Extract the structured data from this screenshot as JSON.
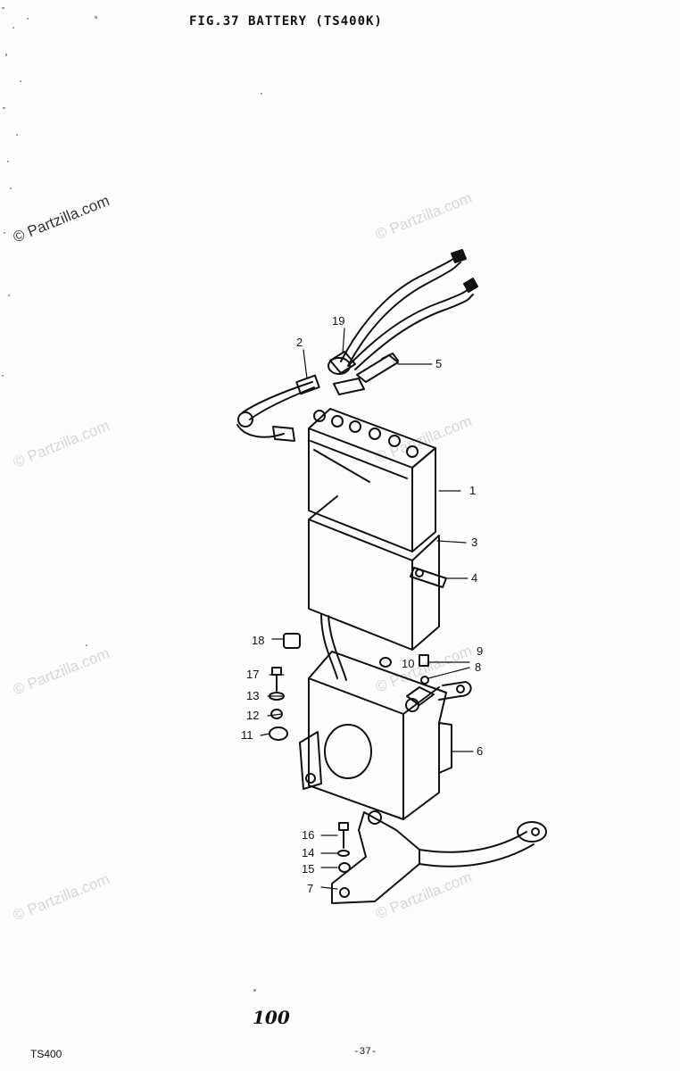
{
  "figure_title": "FIG.37  BATTERY (TS400K)",
  "watermark_text": "© Partzilla.com",
  "parts": [
    "1",
    "2",
    "3",
    "4",
    "5",
    "6",
    "7",
    "8",
    "9",
    "10",
    "11",
    "12",
    "13",
    "14",
    "15",
    "16",
    "17",
    "18",
    "19"
  ],
  "page_number": "100",
  "model": "TS400",
  "sheet": "-37-",
  "colors": {
    "ink": "#111111",
    "watermark": "#d6d6d6",
    "paper": "#fdfdfd"
  }
}
